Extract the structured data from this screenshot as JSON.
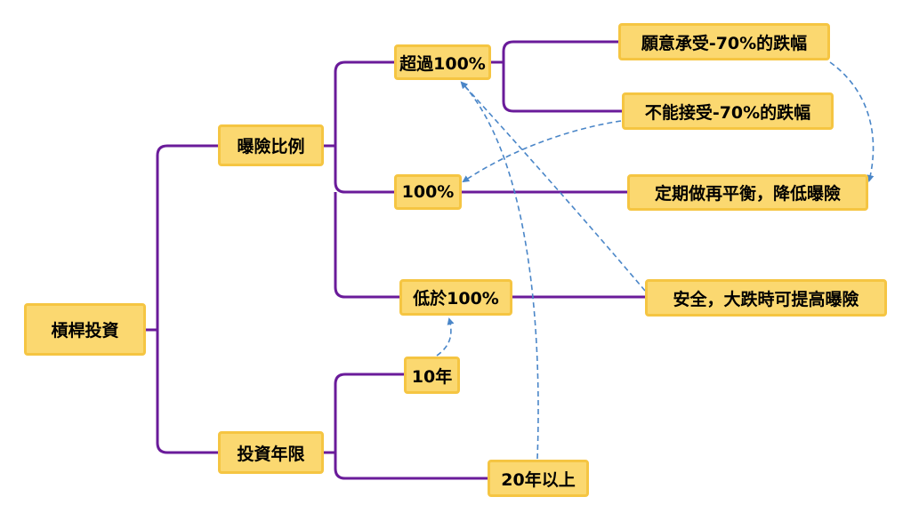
{
  "nodes": {
    "root": "槓桿投資",
    "exposure": "曝險比例",
    "years": "投資年限",
    "over100": "超過100%",
    "eq100": "100%",
    "under100": "低於100%",
    "y10": "10年",
    "y20": "20年以上",
    "accept70": "願意承受-70%的跌幅",
    "reject70": "不能接受-70%的跌幅",
    "rebalance": "定期做再平衡，降低曝險",
    "safe": "安全，大跌時可提高曝險"
  },
  "colors": {
    "tree_line": "#6a1b9a",
    "dashed_arrow": "#4a86c8",
    "node_fill": "#fbd870",
    "node_border": "#f5c542"
  }
}
